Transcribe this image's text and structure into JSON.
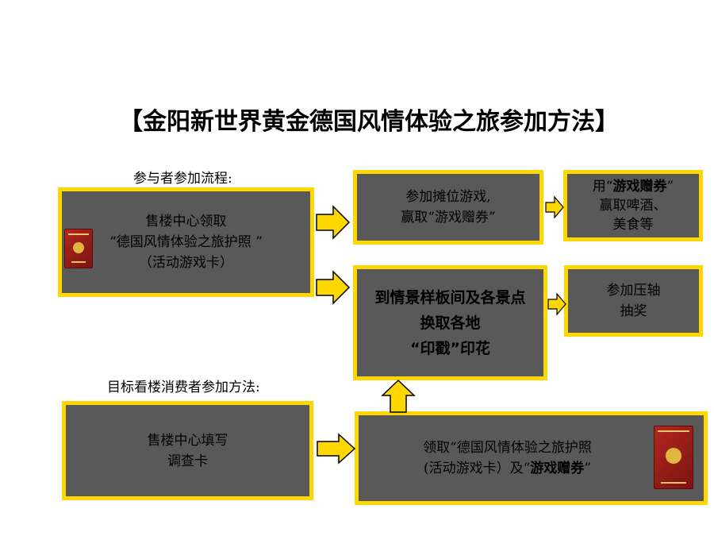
{
  "title": "【金阳新世界黄金德国风情体验之旅参加方法】",
  "participant_label": "参与者参加流程:",
  "target_label": "目标看楼消费者参加方法:",
  "box_collect": {
    "line1": "售楼中心领取",
    "line2": "“德国风情体验之旅护照  ”",
    "line3": "（活动游戏卡）"
  },
  "box_booth": {
    "line1": "参加摊位游戏,",
    "line2": "赢取“游戏赠券”"
  },
  "box_coupon": {
    "prefix": "用“",
    "bold": "游戏赠券",
    "suffix": "”",
    "line2": "赢取啤酒、",
    "line3": "美食等"
  },
  "box_stamp": {
    "line1": "到情景样板间及各景点",
    "line2": "换取各地",
    "line3": "“印戳”印花"
  },
  "box_lottery": {
    "line1": "参加压轴",
    "line2": "抽奖"
  },
  "box_survey": {
    "line1": "售楼中心填写",
    "line2": "调查卡"
  },
  "box_receive": {
    "line1": "领取“德国风情体验之旅护照",
    "line2_prefix": "(活动游戏卡）及“",
    "line2_bold": "游戏赠券",
    "line2_suffix": "”"
  },
  "colors": {
    "box_fill": "#595959",
    "box_border": "#ffd700",
    "arrow_fill": "#ffd700"
  },
  "icons": [
    "passport-icon",
    "passport-icon"
  ]
}
